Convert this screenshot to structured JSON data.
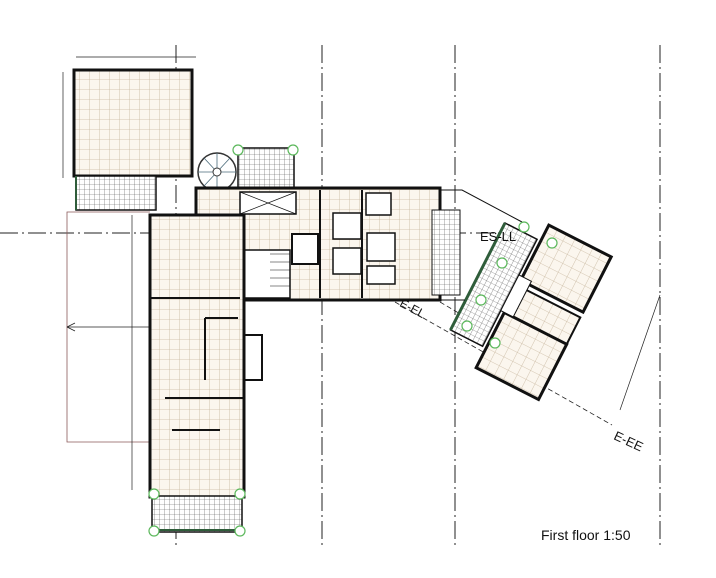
{
  "drawing": {
    "title": "First floor 1:50",
    "section_labels": {
      "horizontal": "ES-LL",
      "diagonal_short": "E-EL",
      "diagonal_long": "E-EE"
    },
    "colors": {
      "wall": "#111111",
      "tile_grid": "#c9b8a0",
      "tile_fill": "#fbf6ee",
      "terrace_hatch": "#555555",
      "railing": "#2f5d3a",
      "grip_handle": "#5cb85c"
    }
  }
}
